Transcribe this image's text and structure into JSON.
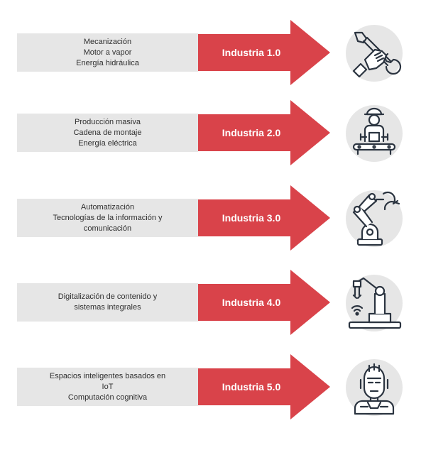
{
  "colors": {
    "arrow_red": "#d9434a",
    "band_gray": "#e6e6e6",
    "icon_bg": "#e6e6e6",
    "icon_stroke": "#2b3440"
  },
  "stages": [
    {
      "label": "Industria 1.0",
      "lines": [
        "Mecanización",
        "Motor a vapor",
        "Energía hidráulica"
      ],
      "icon": "hand-wrench-icon"
    },
    {
      "label": "Industria 2.0",
      "lines": [
        "Producción masiva",
        "Cadena de montaje",
        "Energía eléctrica"
      ],
      "icon": "worker-conveyor-icon"
    },
    {
      "label": "Industria 3.0",
      "lines": [
        "Automatización",
        "Tecnologías de la información y",
        "comunicación"
      ],
      "icon": "robotic-arm-icon"
    },
    {
      "label": "Industria 4.0",
      "lines": [
        "Digitalización de contenido y",
        "sistemas integrales"
      ],
      "icon": "wireless-robot-arm-icon"
    },
    {
      "label": "Industria 5.0",
      "lines": [
        "Espacios inteligentes basados en",
        "IoT",
        "Computación cognitiva"
      ],
      "icon": "humanoid-robot-icon"
    }
  ]
}
